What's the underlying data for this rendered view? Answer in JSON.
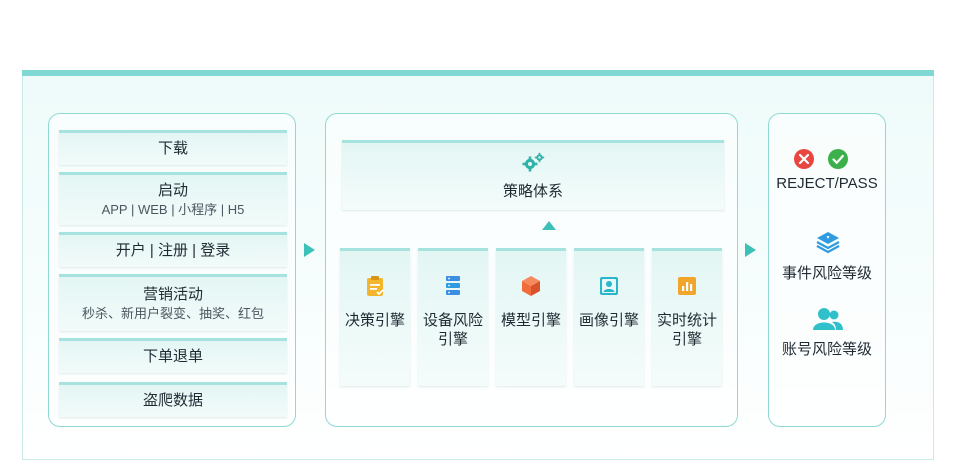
{
  "left": {
    "download": "下载",
    "launch": "启动",
    "launch_sub": "APP | WEB | 小程序 | H5",
    "register": "开户 | 注册 | 登录",
    "marketing": "营销活动",
    "marketing_sub": "秒杀、新用户裂变、抽奖、红包",
    "order": "下单退单",
    "scraping": "盗爬数据"
  },
  "middle": {
    "strategy": "策略体系",
    "engines": [
      {
        "label": "决策引擎",
        "icon": "clipboard-icon",
        "color": "#f2b52b"
      },
      {
        "label": "设备风险引擎",
        "icon": "server-icon",
        "color": "#3b8fe0"
      },
      {
        "label": "模型引擎",
        "icon": "cube-icon",
        "color": "#f26b3a"
      },
      {
        "label": "画像引擎",
        "icon": "portrait-icon",
        "color": "#2ab5c9"
      },
      {
        "label": "实时统计引擎",
        "icon": "bar-chart-icon",
        "color": "#f2a52b"
      }
    ]
  },
  "right": {
    "result": "REJECT/PASS",
    "event_risk": "事件风险等级",
    "account_risk": "账号风险等级"
  },
  "colors": {
    "accent": "#3cc1b8",
    "reject": "#e8473f",
    "pass": "#3cb04a",
    "icon_blue": "#2f9be0",
    "icon_teal": "#2fc0c9"
  }
}
